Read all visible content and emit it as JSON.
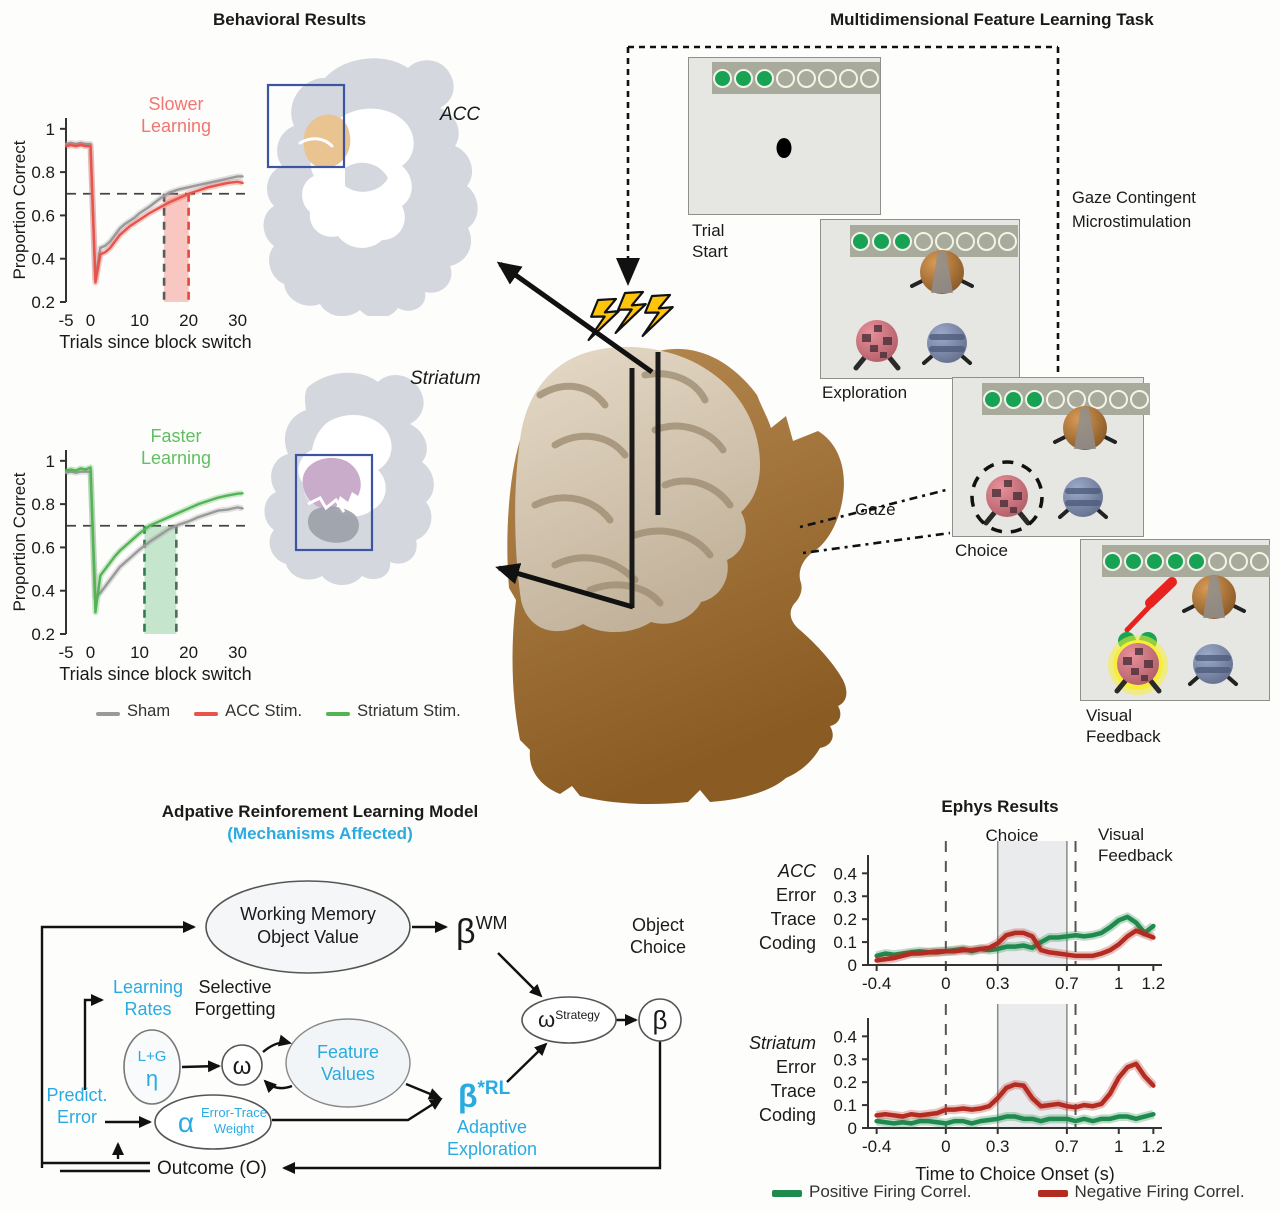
{
  "accent": "#29abe2",
  "behavioral": {
    "title": "Behavioral Results",
    "acc_label": "ACC",
    "striatum_label": "Striatum",
    "legend": [
      {
        "label": "Sham",
        "color": "#9a9a9a"
      },
      {
        "label": "ACC Stim.",
        "color": "#e8534a"
      },
      {
        "label": "Striatum Stim.",
        "color": "#53b454"
      }
    ]
  },
  "task": {
    "title": "Multidimensional Feature Learning Task",
    "gaze_contingent_lines": [
      "Gaze Contingent",
      "Microstimulation"
    ],
    "gaze_label": "Gaze",
    "screens": [
      {
        "label_lines": [
          "Trial",
          "Start"
        ],
        "progress_filled": 3,
        "progress_total": 8
      },
      {
        "label_lines": [
          "Exploration"
        ],
        "progress_filled": 3,
        "progress_total": 8
      },
      {
        "label_lines": [
          "Choice"
        ],
        "progress_filled": 3,
        "progress_total": 8
      },
      {
        "label_lines": [
          "Visual",
          "Feedback"
        ],
        "progress_filled": 5,
        "progress_total": 8
      }
    ]
  },
  "model": {
    "title": "Adpative Reinforement Learning Model",
    "subtitle": "(Mechanisms Affected)",
    "nodes": {
      "wm1": "Working Memory",
      "wm2": "Object Value",
      "beta_wm_base": "β",
      "beta_wm_sup": "WM",
      "object1": "Object",
      "object2": "Choice",
      "omega_strat_base": "ω",
      "omega_strat_sup": "Strategy",
      "beta_final": "β",
      "learning1": "Learning",
      "learning2": "Rates",
      "selective1": "Selective",
      "selective2": "Forgetting",
      "lg": "L+G",
      "eta": "η",
      "omega": "ω",
      "feature1": "Feature",
      "feature2": "Values",
      "beta_rl_base": "β",
      "beta_rl_sup": "*RL",
      "adaptive1": "Adaptive",
      "adaptive2": "Exploration",
      "predict1": "Predict.",
      "predict2": "Error",
      "alpha": "α",
      "etrace1": "Error-Trace",
      "etrace2": "Weight",
      "outcome": "Outcome (O)"
    }
  },
  "ephys": {
    "title": "Ephys Results",
    "choice_label": "Choice",
    "feedback_lines": [
      "Visual",
      "Feedback"
    ],
    "legend": [
      {
        "label": "Positive Firing Correl.",
        "color": "#1f8a4d"
      },
      {
        "label": "Negative Firing Correl.",
        "color": "#b32b21"
      }
    ]
  },
  "chart_data": [
    {
      "id": "slower",
      "type": "line",
      "title_lines": [
        "Slower",
        "Learning"
      ],
      "title_color": "#f2766f",
      "xlabel": "Trials since block switch",
      "ylabel": "Proportion Correct",
      "xlim": [
        -5,
        31.5
      ],
      "ylim": [
        0.2,
        1.05
      ],
      "xticks": [
        -5,
        0,
        10,
        20,
        30
      ],
      "yticks": [
        1,
        0.8,
        0.6,
        0.4,
        0.2
      ],
      "hline": 0.7,
      "band": {
        "from": 15,
        "to": 20,
        "fill": "rgba(242,133,122,0.45)",
        "edge_from": "#5a5a5a",
        "edge_to": "#e8453c"
      },
      "x": [
        -5,
        -4,
        -3,
        -2,
        -1,
        0,
        1,
        2,
        3,
        4,
        5,
        6,
        7,
        8,
        9,
        10,
        12,
        14,
        16,
        18,
        20,
        22,
        24,
        26,
        28,
        30,
        31
      ],
      "series": [
        {
          "name": "Sham",
          "color": "#9a9a9a",
          "values": [
            0.93,
            0.935,
            0.93,
            0.935,
            0.93,
            0.93,
            0.31,
            0.45,
            0.46,
            0.48,
            0.51,
            0.54,
            0.56,
            0.575,
            0.59,
            0.61,
            0.64,
            0.675,
            0.705,
            0.72,
            0.73,
            0.74,
            0.75,
            0.76,
            0.77,
            0.78,
            0.78
          ]
        },
        {
          "name": "ACC Stim.",
          "color": "#e8534a",
          "values": [
            0.92,
            0.925,
            0.92,
            0.925,
            0.92,
            0.92,
            0.29,
            0.42,
            0.43,
            0.45,
            0.48,
            0.51,
            0.53,
            0.55,
            0.565,
            0.58,
            0.61,
            0.635,
            0.66,
            0.68,
            0.7,
            0.715,
            0.73,
            0.74,
            0.75,
            0.755,
            0.75
          ]
        }
      ]
    },
    {
      "id": "faster",
      "type": "line",
      "title_lines": [
        "Faster",
        "Learning"
      ],
      "title_color": "#5fbf61",
      "xlabel": "Trials since block switch",
      "ylabel": "Proportion Correct",
      "xlim": [
        -5,
        31.5
      ],
      "ylim": [
        0.2,
        1.05
      ],
      "xticks": [
        -5,
        0,
        10,
        20,
        30
      ],
      "yticks": [
        1,
        0.8,
        0.6,
        0.4,
        0.2
      ],
      "hline": 0.7,
      "band": {
        "from": 11,
        "to": 17.5,
        "fill": "rgba(128,199,146,0.45)",
        "edge_from": "#2f7d4f",
        "edge_to": "#4d6e57"
      },
      "x": [
        -5,
        -4,
        -3,
        -2,
        -1,
        0,
        1,
        2,
        3,
        4,
        5,
        6,
        7,
        8,
        9,
        10,
        12,
        14,
        16,
        18,
        20,
        22,
        24,
        26,
        28,
        30,
        31
      ],
      "series": [
        {
          "name": "Sham",
          "color": "#9a9a9a",
          "values": [
            0.945,
            0.95,
            0.945,
            0.95,
            0.95,
            0.95,
            0.37,
            0.39,
            0.42,
            0.45,
            0.48,
            0.51,
            0.53,
            0.55,
            0.57,
            0.59,
            0.625,
            0.655,
            0.685,
            0.705,
            0.72,
            0.74,
            0.755,
            0.77,
            0.775,
            0.785,
            0.78
          ]
        },
        {
          "name": "Striatum Stim.",
          "color": "#53b454",
          "values": [
            0.955,
            0.96,
            0.955,
            0.965,
            0.96,
            0.97,
            0.3,
            0.47,
            0.5,
            0.53,
            0.56,
            0.585,
            0.605,
            0.625,
            0.645,
            0.665,
            0.7,
            0.72,
            0.74,
            0.76,
            0.78,
            0.8,
            0.815,
            0.83,
            0.84,
            0.848,
            0.85
          ]
        }
      ]
    },
    {
      "id": "ephys_acc",
      "type": "line",
      "ylabel_lines": [
        "ACC",
        "Error",
        "Trace",
        "Coding"
      ],
      "xlim": [
        -0.45,
        1.25
      ],
      "ylim": [
        0,
        0.48
      ],
      "xticks": [
        -0.4,
        0,
        0.3,
        0.7,
        1,
        1.2
      ],
      "xtick_labels": [
        "-0.4",
        "0",
        "0.3",
        "0.7",
        "1",
        "1.2"
      ],
      "yticks": [
        0,
        0.1,
        0.2,
        0.3,
        0.4
      ],
      "shade": {
        "from": 0.3,
        "to": 0.7
      },
      "vdash": [
        0,
        0.75
      ],
      "x": [
        -0.4,
        -0.35,
        -0.3,
        -0.25,
        -0.2,
        -0.15,
        -0.1,
        -0.05,
        0,
        0.05,
        0.1,
        0.15,
        0.2,
        0.25,
        0.3,
        0.35,
        0.4,
        0.45,
        0.5,
        0.55,
        0.6,
        0.65,
        0.7,
        0.75,
        0.8,
        0.85,
        0.9,
        0.95,
        1,
        1.05,
        1.1,
        1.15,
        1.2
      ],
      "series": [
        {
          "name": "Positive Firing Correl.",
          "color": "#1f8a4d",
          "values": [
            0.04,
            0.05,
            0.045,
            0.05,
            0.055,
            0.06,
            0.055,
            0.06,
            0.06,
            0.065,
            0.07,
            0.06,
            0.07,
            0.065,
            0.07,
            0.08,
            0.08,
            0.085,
            0.075,
            0.1,
            0.12,
            0.12,
            0.125,
            0.13,
            0.125,
            0.13,
            0.14,
            0.165,
            0.195,
            0.21,
            0.185,
            0.14,
            0.17
          ]
        },
        {
          "name": "Negative Firing Correl.",
          "color": "#b32b21",
          "values": [
            0.02,
            0.025,
            0.03,
            0.04,
            0.05,
            0.05,
            0.055,
            0.055,
            0.06,
            0.06,
            0.065,
            0.065,
            0.07,
            0.075,
            0.095,
            0.13,
            0.14,
            0.14,
            0.125,
            0.065,
            0.055,
            0.05,
            0.045,
            0.04,
            0.04,
            0.04,
            0.05,
            0.065,
            0.09,
            0.125,
            0.15,
            0.135,
            0.12
          ]
        }
      ]
    },
    {
      "id": "ephys_striatum",
      "type": "line",
      "ylabel_lines": [
        "Striatum",
        "Error",
        "Trace",
        "Coding"
      ],
      "xlabel": "Time to Choice Onset (s)",
      "xlim": [
        -0.45,
        1.25
      ],
      "ylim": [
        0,
        0.48
      ],
      "xticks": [
        -0.4,
        0,
        0.3,
        0.7,
        1,
        1.2
      ],
      "xtick_labels": [
        "-0.4",
        "0",
        "0.3",
        "0.7",
        "1",
        "1.2"
      ],
      "yticks": [
        0,
        0.1,
        0.2,
        0.3,
        0.4
      ],
      "shade": {
        "from": 0.3,
        "to": 0.7
      },
      "vdash": [
        0,
        0.75
      ],
      "x": [
        -0.4,
        -0.35,
        -0.3,
        -0.25,
        -0.2,
        -0.15,
        -0.1,
        -0.05,
        0,
        0.05,
        0.1,
        0.15,
        0.2,
        0.25,
        0.3,
        0.35,
        0.4,
        0.45,
        0.5,
        0.55,
        0.6,
        0.65,
        0.7,
        0.75,
        0.8,
        0.85,
        0.9,
        0.95,
        1,
        1.05,
        1.1,
        1.15,
        1.2
      ],
      "series": [
        {
          "name": "Positive Firing Correl.",
          "color": "#1f8a4d",
          "values": [
            0.03,
            0.025,
            0.02,
            0.025,
            0.02,
            0.03,
            0.03,
            0.025,
            0.02,
            0.03,
            0.03,
            0.02,
            0.03,
            0.035,
            0.04,
            0.05,
            0.05,
            0.04,
            0.04,
            0.03,
            0.04,
            0.04,
            0.04,
            0.03,
            0.04,
            0.03,
            0.04,
            0.04,
            0.05,
            0.05,
            0.04,
            0.05,
            0.06
          ]
        },
        {
          "name": "Negative Firing Correl.",
          "color": "#b32b21",
          "values": [
            0.055,
            0.06,
            0.055,
            0.05,
            0.06,
            0.055,
            0.06,
            0.065,
            0.08,
            0.08,
            0.085,
            0.08,
            0.085,
            0.095,
            0.13,
            0.175,
            0.19,
            0.185,
            0.13,
            0.095,
            0.1,
            0.105,
            0.095,
            0.09,
            0.1,
            0.095,
            0.105,
            0.15,
            0.22,
            0.265,
            0.28,
            0.225,
            0.185
          ]
        }
      ]
    }
  ]
}
